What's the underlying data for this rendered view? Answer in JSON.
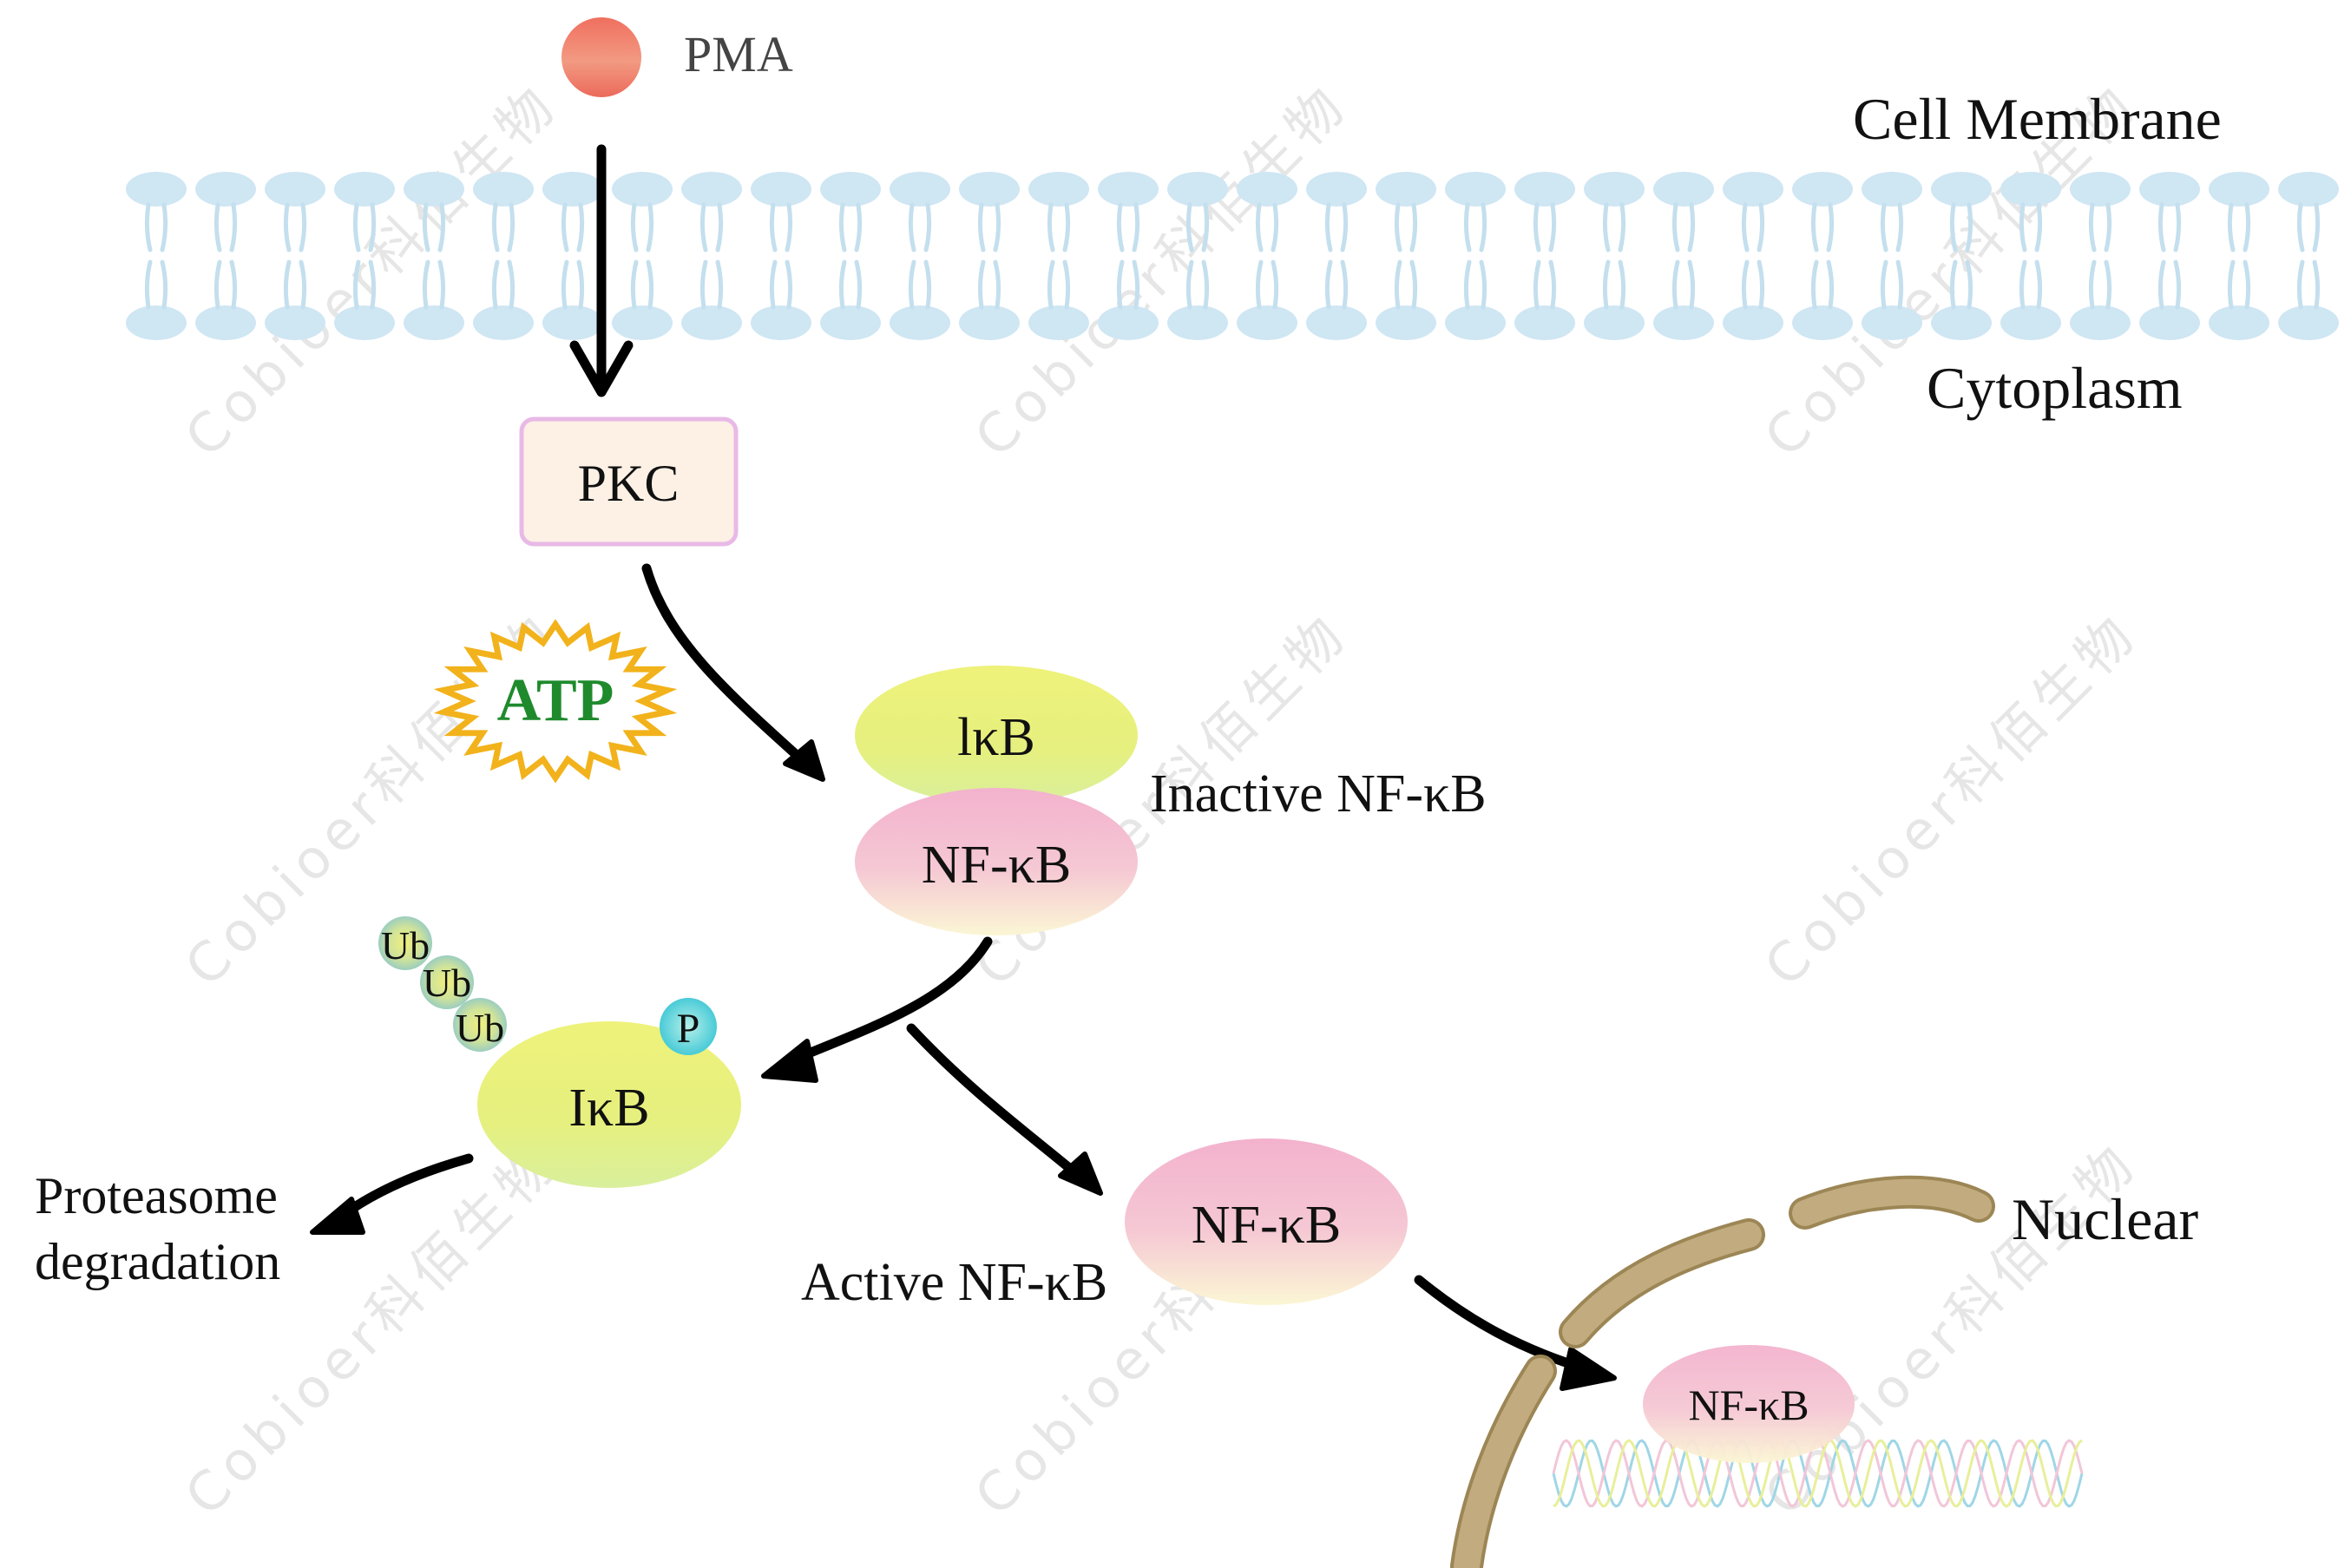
{
  "labels": {
    "pma": "PMA",
    "cell_membrane": "Cell Membrane",
    "cytoplasm": "Cytoplasm",
    "pkc": "PKC",
    "atp": "ATP",
    "ikb_inactive": "lκB",
    "nfkb_inactive": "NF-κB",
    "inactive_nfkb": "Inactive NF-κB",
    "ub1": "Ub",
    "ub2": "Ub",
    "ub3": "Ub",
    "phospho": "P",
    "ikb_free": "IκB",
    "proteasome_line1": "Proteasome",
    "proteasome_line2": "degradation",
    "nfkb_active": "NF-κB",
    "active_nfkb": "Active NF-κB",
    "nuclear": "Nuclear",
    "nfkb_nuclear": "NF-κB"
  },
  "watermark": "Cobioer科佰生物",
  "colors": {
    "membrane": "#cfe6f3",
    "membrane_tail": "#c4dfee",
    "pma": "#ee7f6a",
    "pkc_fill": "#fdf1e6",
    "pkc_border": "#e8b9e6",
    "atp_text": "#1e8a2c",
    "atp_star": "#f2b21b",
    "ikb_yellow": "#ebf07a",
    "nfkb_pink": "#f3b7cf",
    "nucleus_envelope": "#c2ab7e",
    "nucleus_stroke": "#9c8655",
    "arrow": "#000000"
  }
}
